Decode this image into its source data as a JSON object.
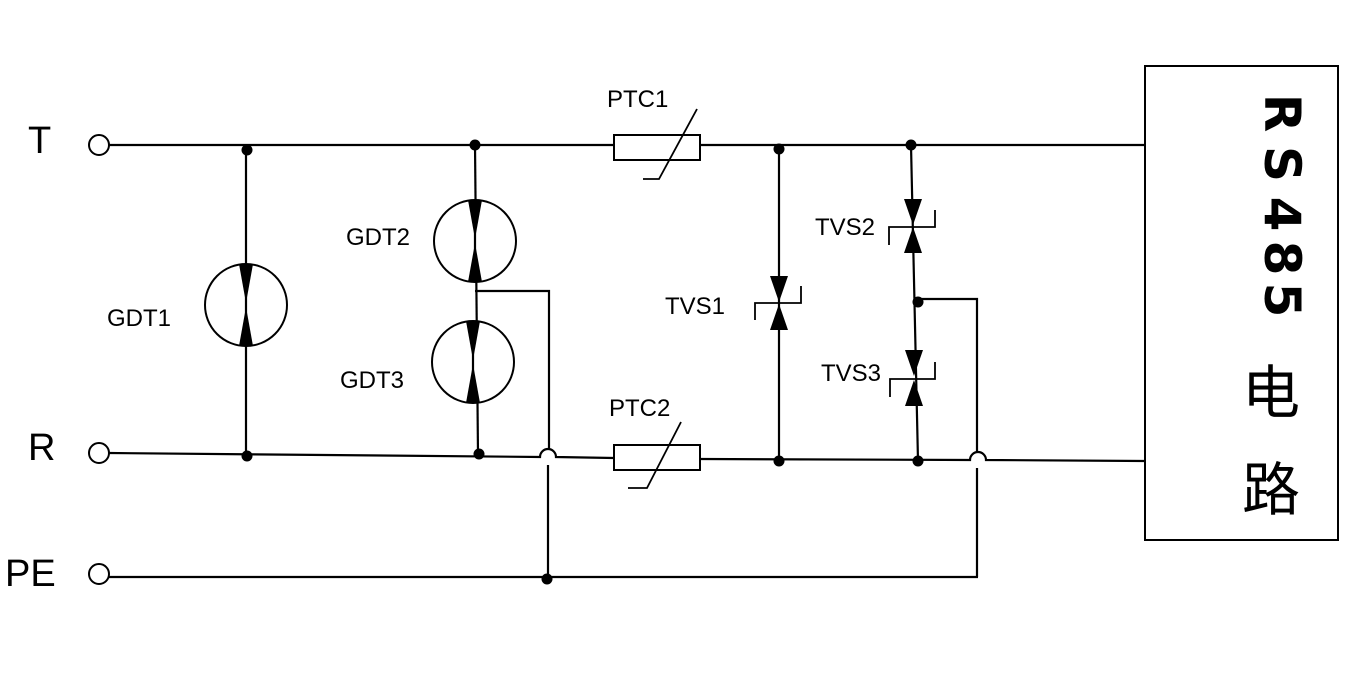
{
  "terminals": {
    "t": "T",
    "r": "R",
    "pe": "PE"
  },
  "components": {
    "gdt1": "GDT1",
    "gdt2": "GDT2",
    "gdt3": "GDT3",
    "ptc1": "PTC1",
    "ptc2": "PTC2",
    "tvs1": "TVS1",
    "tvs2": "TVS2",
    "tvs3": "TVS3"
  },
  "circuit_block": {
    "chars": [
      "R",
      "S",
      "4",
      "8",
      "5"
    ],
    "cn_chars": [
      "电",
      "路"
    ]
  }
}
